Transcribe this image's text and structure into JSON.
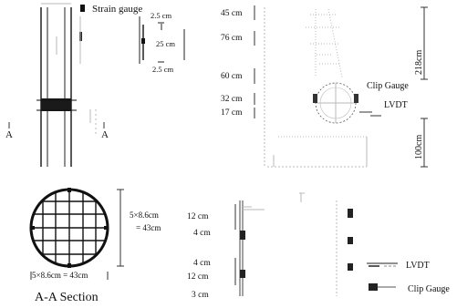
{
  "legend": {
    "strain_gauge": "Strain gauge"
  },
  "column_view": {
    "dims": [
      "2.5 cm",
      "25 cm",
      "2.5 cm"
    ],
    "section_mark_left": "A",
    "section_mark_right": "A"
  },
  "elevation": {
    "heights": [
      "45 cm",
      "76 cm",
      "60 cm",
      "32 cm",
      "17 cm"
    ],
    "total_top": "218cm",
    "total_bottom": "100cm",
    "clip_gauge": "Clip Gauge",
    "lvdt": "LVDT"
  },
  "section": {
    "dim_bottom": "5×8.6cm = 43cm",
    "dim_right_1": "5×8.6cm",
    "dim_right_2": "= 43cm",
    "caption": "A-A Section"
  },
  "detail": {
    "spacings": [
      "12 cm",
      "4 cm",
      "4 cm",
      "12 cm",
      "3 cm"
    ],
    "lvdt": "LVDT",
    "clip_gauge": "Clip Gauge"
  }
}
